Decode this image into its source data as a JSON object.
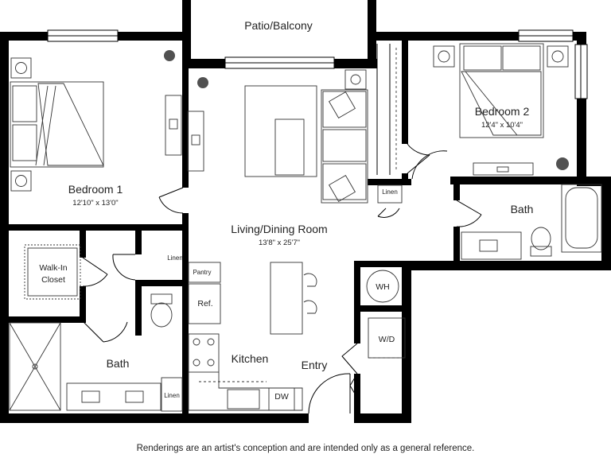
{
  "rooms": {
    "patio": {
      "name": "Patio/Balcony"
    },
    "bedroom1": {
      "name": "Bedroom 1",
      "dims": "12'10\" x 13'0\""
    },
    "bedroom2": {
      "name": "Bedroom 2",
      "dims": "12'4\" x 10'4\""
    },
    "living": {
      "name": "Living/Dining Room",
      "dims": "13'8\" x 25'7\""
    },
    "closet": {
      "line1": "Walk-In",
      "line2": "Closet"
    },
    "bath1": {
      "name": "Bath"
    },
    "bath2": {
      "name": "Bath"
    },
    "kitchen": {
      "name": "Kitchen"
    },
    "entry": {
      "name": "Entry"
    }
  },
  "fixtures": {
    "linen_closet": "Linen",
    "linen_bath": "Linen",
    "linen_bed2": "Linen",
    "pantry": "Pantry",
    "refrigerator": "Ref.",
    "water_heater": "WH",
    "washer_dryer": "W/D",
    "dishwasher": "DW"
  },
  "disclaimer": "Renderings are an artist's conception and are intended only as a general reference."
}
